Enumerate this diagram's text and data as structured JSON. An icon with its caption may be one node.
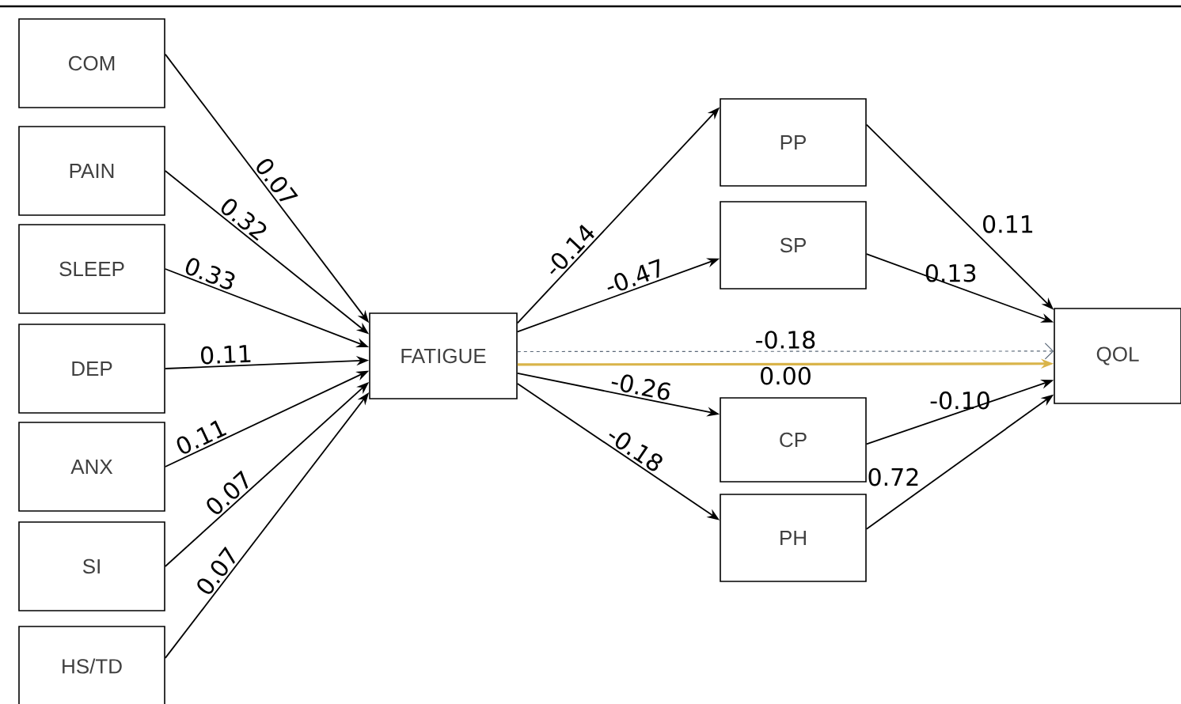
{
  "diagram": {
    "nodes": [
      {
        "text": [
          "COM"
        ]
      },
      {
        "text": [
          "PAIN"
        ]
      },
      {
        "text": [
          "SLEEP"
        ]
      },
      {
        "text": [
          "DEP"
        ]
      },
      {
        "text": [
          "ANX"
        ]
      },
      {
        "text": [
          "SI"
        ]
      },
      {
        "text": [
          "HS/TD"
        ]
      },
      {
        "text": [
          "FATIGUE"
        ]
      },
      {
        "text": [
          "PP"
        ]
      },
      {
        "text": [
          "SP"
        ]
      },
      {
        "text": [
          "CP"
        ]
      },
      {
        "text": [
          "PH"
        ]
      },
      {
        "text": [
          "QOL"
        ]
      }
    ],
    "edges": [
      {
        "from": 0,
        "to": 7,
        "arrow": "to",
        "label": "0.07"
      },
      {
        "from": 1,
        "to": 7,
        "arrow": "to",
        "label": "0.32"
      },
      {
        "from": 2,
        "to": 7,
        "arrow": "to",
        "label": "0.33"
      },
      {
        "from": 3,
        "to": 7,
        "arrow": "to",
        "label": "0.11"
      },
      {
        "from": 4,
        "to": 7,
        "arrow": "to",
        "label": "0.11"
      },
      {
        "from": 5,
        "to": 7,
        "arrow": "to",
        "label": "0.07"
      },
      {
        "from": 6,
        "to": 7,
        "arrow": "to",
        "label": "0.07"
      },
      {
        "from": 7,
        "to": 8,
        "arrow": "to",
        "label": "-0.14"
      },
      {
        "from": 7,
        "to": 9,
        "arrow": "to",
        "label": "-0.47"
      },
      {
        "from": 7,
        "to": 12,
        "arrow": "to",
        "label": "-0.18",
        "style": "dashed",
        "color": "#5a6878"
      },
      {
        "from": 7,
        "to": 12,
        "arrow": "to",
        "label": "0.00",
        "color": "#d9b44a"
      },
      {
        "from": 7,
        "to": 10,
        "arrow": "to",
        "label": "-0.26"
      },
      {
        "from": 7,
        "to": 11,
        "arrow": "to",
        "label": "-0.18"
      },
      {
        "from": 8,
        "to": 12,
        "arrow": "to",
        "label": "0.11"
      },
      {
        "from": 9,
        "to": 12,
        "arrow": "to",
        "label": "0.13"
      },
      {
        "from": 10,
        "to": 12,
        "arrow": "to",
        "label": "-0.10"
      },
      {
        "from": 11,
        "to": 12,
        "arrow": "to",
        "label": "0.72"
      }
    ]
  }
}
